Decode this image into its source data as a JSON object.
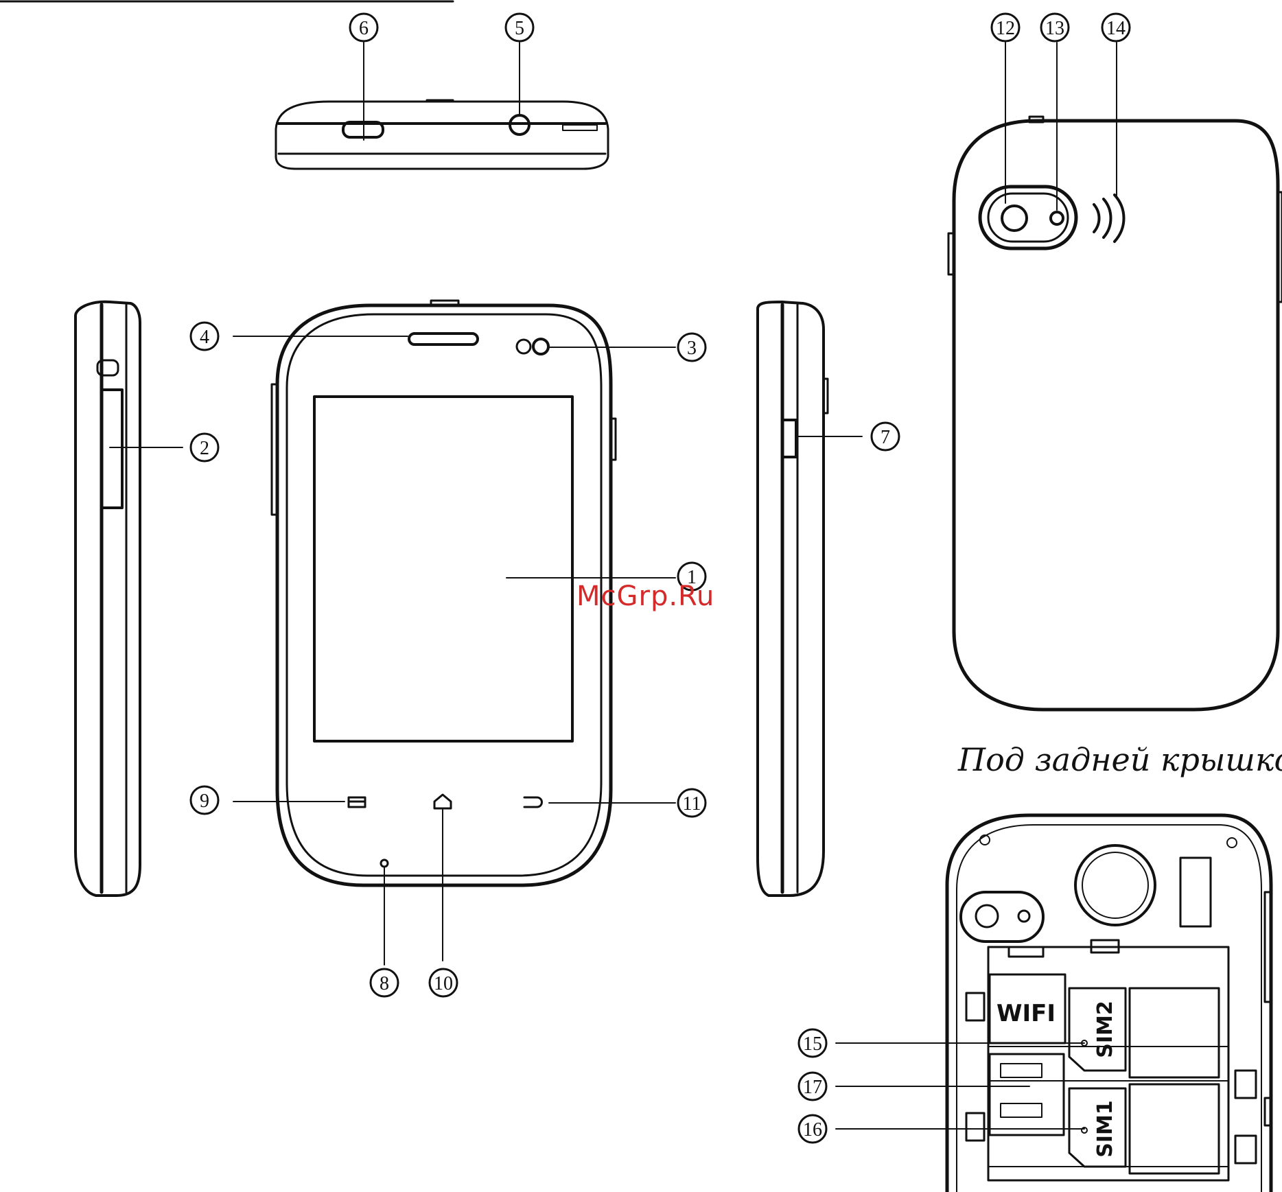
{
  "caption": "Под задней крышкой",
  "watermark": "McGrp.Ru",
  "callouts": [
    {
      "id": "c1",
      "label": "1"
    },
    {
      "id": "c2",
      "label": "2"
    },
    {
      "id": "c3",
      "label": "3"
    },
    {
      "id": "c4",
      "label": "4"
    },
    {
      "id": "c5",
      "label": "5"
    },
    {
      "id": "c6",
      "label": "6"
    },
    {
      "id": "c7",
      "label": "7"
    },
    {
      "id": "c8",
      "label": "8"
    },
    {
      "id": "c9",
      "label": "9"
    },
    {
      "id": "c10",
      "label": "10"
    },
    {
      "id": "c11",
      "label": "11"
    },
    {
      "id": "c12",
      "label": "12"
    },
    {
      "id": "c13",
      "label": "13"
    },
    {
      "id": "c14",
      "label": "14"
    },
    {
      "id": "c15",
      "label": "15"
    },
    {
      "id": "c16",
      "label": "16"
    },
    {
      "id": "c17",
      "label": "17"
    }
  ],
  "slots": {
    "wifi": "WIFI",
    "sim1": "SIM1",
    "sim2": "SIM2"
  },
  "colors": {
    "ink": "#111111",
    "watermark": "#d42a2a"
  }
}
